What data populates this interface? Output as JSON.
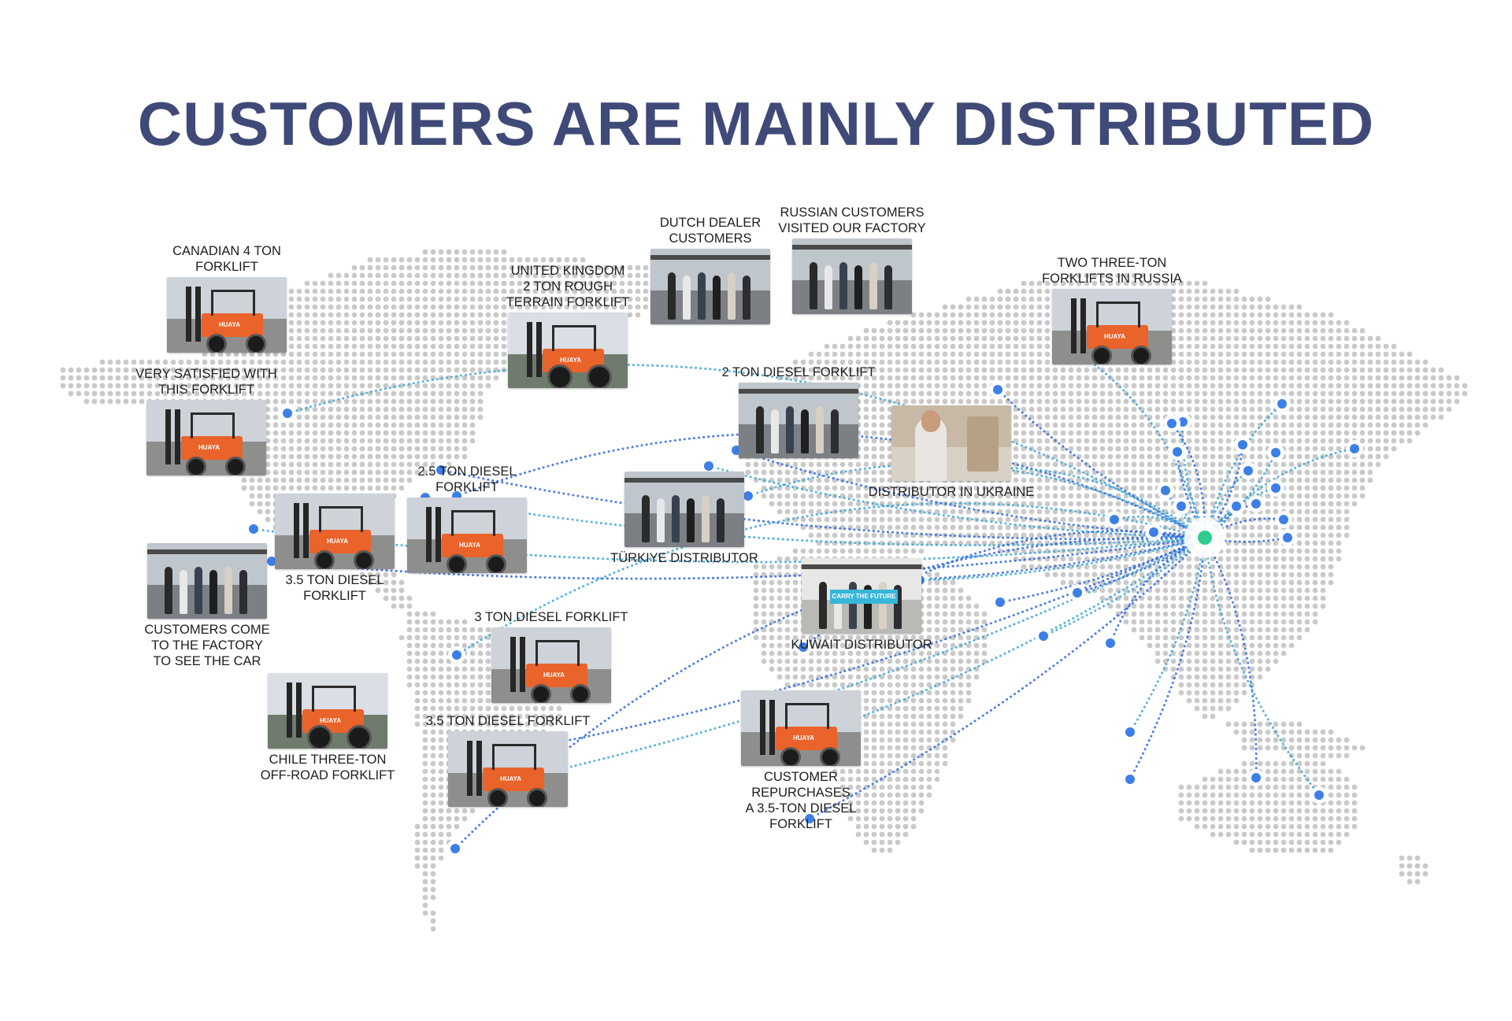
{
  "title": "CUSTOMERS ARE MAINLY DISTRIBUTED",
  "colors": {
    "title": "#3f4a78",
    "map_dots": "#c9c9c9",
    "endpoint_dot": "#3d7fe6",
    "hub_dot": "#2ecc8f",
    "route_line": "#3aa6d6",
    "route_line_alt": "#2f66e0",
    "forklift_orange": "#e9632a"
  },
  "hub": {
    "label": ""
  },
  "cards": [
    {
      "id": "canadian-4-ton-forklift",
      "label": "CANADIAN 4 TON FORKLIFT",
      "label_position": "above",
      "scene": "forklift"
    },
    {
      "id": "very-satisfied",
      "label": "VERY SATISFIED WITH THIS FORKLIFT",
      "label_position": "above",
      "scene": "forklift"
    },
    {
      "id": "customers-come-to-factory",
      "label": "CUSTOMERS COME\nTO THE FACTORY\nTO SEE THE CAR",
      "label_position": "below",
      "scene": "people"
    },
    {
      "id": "3-5-ton-diesel-forklift-a",
      "label": "3.5 TON DIESEL\nFORKLIFT",
      "label_position": "below",
      "scene": "forklift"
    },
    {
      "id": "2-5-ton-diesel-forklift",
      "label": "2.5 TON DIESEL\nFORKLIFT",
      "label_position": "above",
      "scene": "forklift"
    },
    {
      "id": "united-kingdom-2-ton",
      "label": "UNITED KINGDOM\n2 TON ROUGH\nTERRAIN FORKLIFT",
      "label_position": "above",
      "scene": "rough"
    },
    {
      "id": "dutch-dealer-customers",
      "label": "DUTCH DEALER\nCUSTOMERS",
      "label_position": "above",
      "scene": "people"
    },
    {
      "id": "russian-customers-visited",
      "label": "RUSSIAN CUSTOMERS\nVISITED OUR FACTORY",
      "label_position": "above",
      "scene": "people"
    },
    {
      "id": "two-three-ton-russia",
      "label": "TWO THREE-TON\nFORKLIFTS IN RUSSIA",
      "label_position": "above",
      "scene": "forklift"
    },
    {
      "id": "2-ton-diesel-forklift",
      "label": "2 TON DIESEL FORKLIFT",
      "label_position": "above",
      "scene": "people"
    },
    {
      "id": "distributor-in-ukraine",
      "label": "DISTRIBUTOR IN UKRAINE",
      "label_position": "below",
      "scene": "portrait"
    },
    {
      "id": "turkiye-distributor",
      "label": "TÜRKIYE DISTRIBUTOR",
      "label_position": "below",
      "scene": "people"
    },
    {
      "id": "kuwait-distributor",
      "label": "KUWAIT DISTRIBUTOR",
      "label_position": "below",
      "scene": "banner"
    },
    {
      "id": "3-ton-diesel-forklift",
      "label": "3 TON DIESEL FORKLIFT",
      "label_position": "above",
      "scene": "forklift"
    },
    {
      "id": "chile-three-ton",
      "label": "CHILE THREE-TON\nOFF-ROAD FORKLIFT",
      "label_position": "below",
      "scene": "rough"
    },
    {
      "id": "3-5-ton-diesel-forklift-b",
      "label": "3.5 TON DIESEL FORKLIFT",
      "label_position": "above",
      "scene": "forklift"
    },
    {
      "id": "customer-repurchases",
      "label": "CUSTOMER REPURCHASES\nA 3.5-TON DIESEL FORKLIFT",
      "label_position": "below",
      "scene": "forklift"
    }
  ],
  "photo_text": {
    "brand": "HUAYA",
    "banner": "CARRY THE FUTURE"
  }
}
